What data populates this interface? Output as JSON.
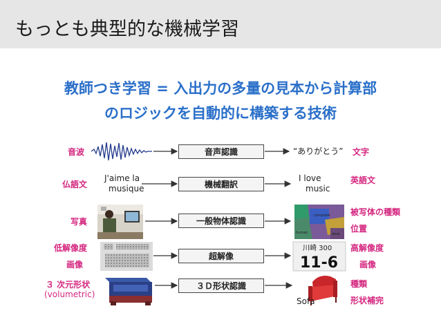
{
  "header": {
    "title": "もっとも典型的な機械学習"
  },
  "subtitle": {
    "line1": "教師つき学習 = 入出力の多量の見本から計算部",
    "line2": "のロジックを自動的に構築する技術"
  },
  "rows": [
    {
      "input_label": "音波",
      "process": "音声認識",
      "output_text": "“ありがとう”",
      "output_label": "文字"
    },
    {
      "input_label": "仏語文",
      "input_text_1": "J'aime la",
      "input_text_2": "musique",
      "process": "機械翻訳",
      "output_text_1": "I love",
      "output_text_2": "music",
      "output_label": "英語文"
    },
    {
      "input_label": "写真",
      "process": "一般物体認識",
      "output_label_1": "被写体の種類",
      "output_label_2": "位置",
      "seg_labels": [
        "computer",
        "human",
        "desk"
      ]
    },
    {
      "input_label_1": "低解像度",
      "input_label_2": "画像",
      "process": "超解像",
      "plate_text_top": "川崎 300",
      "plate_text_bottom": "11-6",
      "output_label_1": "高解像度",
      "output_label_2": "画像"
    },
    {
      "input_label_1": "３ 次元形状",
      "input_label_2": "(volumetric)",
      "process": "３Ｄ形状認識",
      "output_text": "Sofa",
      "output_label_1": "種類",
      "output_label_2": "形状補完"
    }
  ],
  "colors": {
    "accent_blue": "#2a6fc9",
    "label_magenta": "#d4267f",
    "header_bg": "#e6e6e6"
  }
}
